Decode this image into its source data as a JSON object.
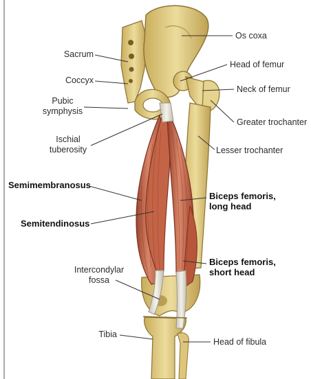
{
  "colors": {
    "bone": "#e3cf86",
    "bone_shade": "#b79a4a",
    "bone_dark": "#8a7232",
    "muscle": "#c8664a",
    "muscle_light": "#e29a78",
    "muscle_dark": "#8e3a25",
    "tendon": "#e9e6dc",
    "leader_line": "#333333",
    "text": "#2b2b2b"
  },
  "labels": {
    "os_coxa": "Os coxa",
    "sacrum": "Sacrum",
    "head_of_femur": "Head of femur",
    "coccyx": "Coccyx",
    "neck_of_femur": "Neck of femur",
    "pubic_symphysis_1": "Pubic",
    "pubic_symphysis_2": "symphysis",
    "greater_trochanter": "Greater trochanter",
    "ischial_tuberosity_1": "Ischial",
    "ischial_tuberosity_2": "tuberosity",
    "lesser_trochanter": "Lesser trochanter",
    "semimembranosus": "Semimembranosus",
    "biceps_long_1": "Biceps femoris,",
    "biceps_long_2": "long head",
    "semitendinosus": "Semitendinosus",
    "biceps_short_1": "Biceps femoris,",
    "biceps_short_2": "short head",
    "intercondylar_fossa_1": "Intercondylar",
    "intercondylar_fossa_2": "fossa",
    "tibia": "Tibia",
    "head_of_fibula": "Head of fibula"
  }
}
